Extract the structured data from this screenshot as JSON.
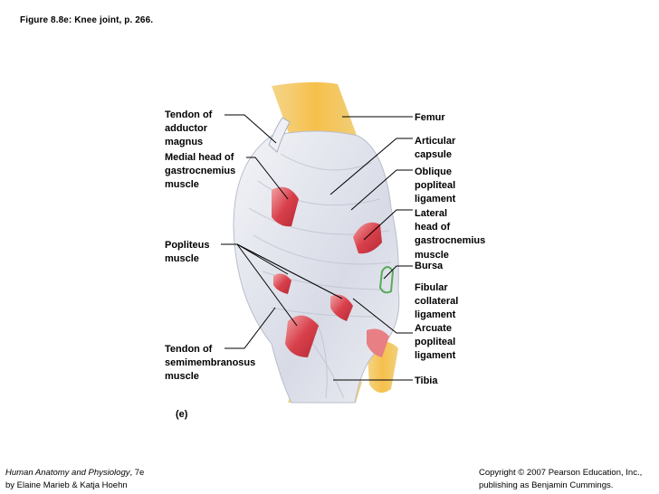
{
  "caption": "Figure 8.8e:  Knee joint, p. 266.",
  "sub_label": "(e)",
  "labels": {
    "tendon_adductor": "Tendon of\nadductor\nmagnus",
    "medial_gastrocnemius": "Medial head of\ngastrocnemius\nmuscle",
    "popliteus": "Popliteus\nmuscle",
    "semimembranosus": "Tendon of\nsemimembranosus\nmuscle",
    "femur": "Femur",
    "articular_capsule": "Articular\ncapsule",
    "oblique_ligament": "Oblique\npopliteal\nligament",
    "lateral_gastrocnemius": "Lateral\nhead of\ngastrocnemius\nmuscle",
    "bursa": "Bursa",
    "fibular_ligament": "Fibular\ncollateral\nligament",
    "arcuate_ligament": "Arcuate\npopliteal\nligament",
    "tibia": "Tibia"
  },
  "footer": {
    "book_title": "Human Anatomy and Physiology",
    "edition": ", 7e",
    "authors": "by Elaine Marieb & Katja Hoehn",
    "copyright": "Copyright © 2007 Pearson Education, Inc.,",
    "publisher": "publishing as Benjamin Cummings."
  },
  "colors": {
    "bone": "#f2c35a",
    "ligament": "#e4e6ee",
    "muscle": "#d9454f",
    "bursa": "#5aa95a"
  }
}
